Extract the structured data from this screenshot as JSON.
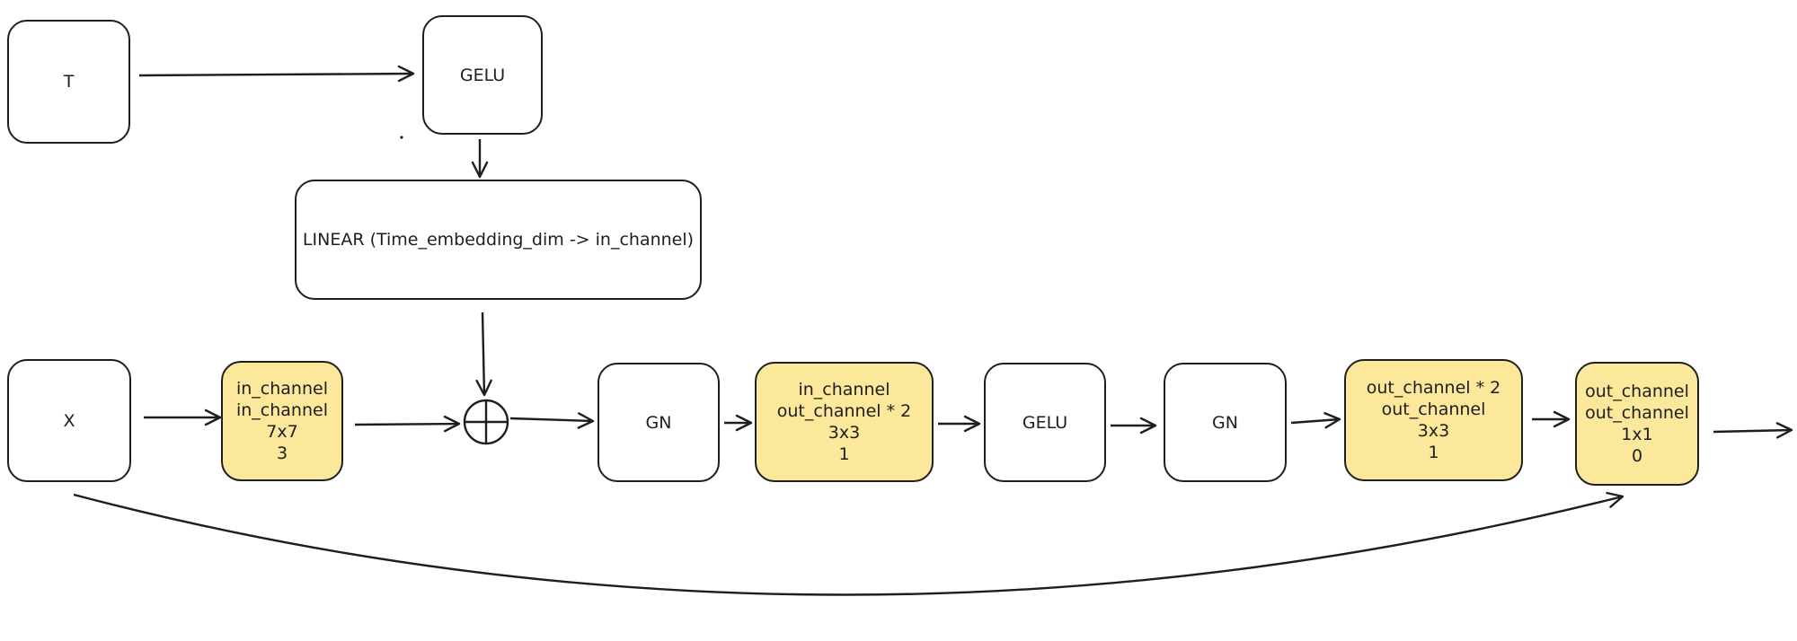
{
  "colors": {
    "stroke": "#1e1e1e",
    "box_fill": "#ffffff",
    "highlight_fill": "#fbe89a"
  },
  "nodes": {
    "t_input": {
      "label": "T"
    },
    "gelu_time": {
      "label": "GELU"
    },
    "linear_time": {
      "label": "LINEAR (Time_embedding_dim -> in_channel)"
    },
    "x_input": {
      "label": "X"
    },
    "conv1": {
      "lines": [
        "in_channel",
        "in_channel",
        "7x7",
        "3"
      ]
    },
    "add_op": {
      "symbol": "⊕"
    },
    "gn1": {
      "label": "GN"
    },
    "conv2": {
      "lines": [
        "in_channel",
        "out_channel * 2",
        "3x3",
        "1"
      ]
    },
    "gelu_main": {
      "label": "GELU"
    },
    "gn2": {
      "label": "GN"
    },
    "conv3": {
      "lines": [
        "out_channel * 2",
        "out_channel",
        "3x3",
        "1"
      ]
    },
    "conv_skip": {
      "lines": [
        "out_channel",
        "out_channel",
        "1x1",
        "0"
      ]
    }
  }
}
